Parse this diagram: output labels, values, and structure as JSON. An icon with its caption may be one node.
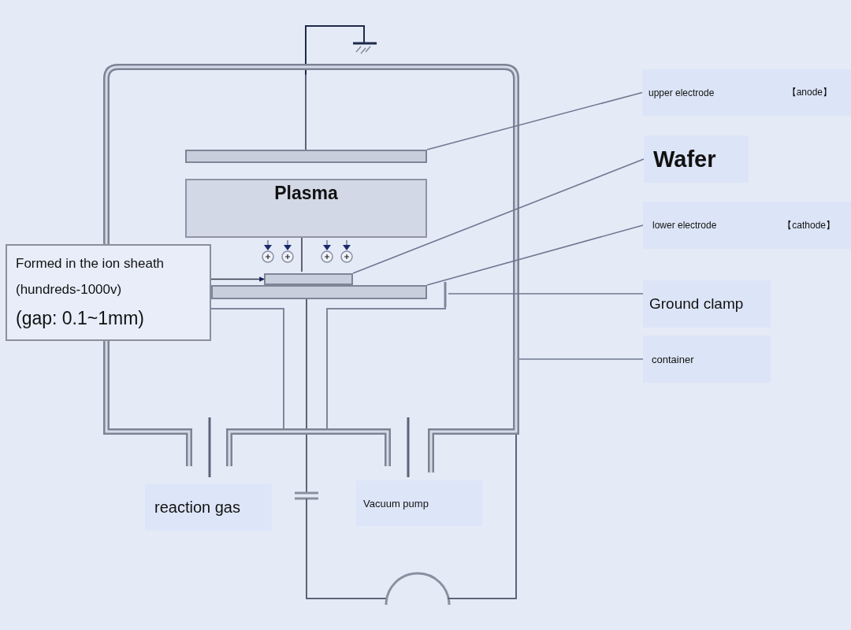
{
  "diagram": {
    "nodes": [
      {
        "text": [
          "upper electrode",
          "【anode】"
        ]
      },
      {
        "text": [
          "Wafer"
        ]
      },
      {
        "text": [
          "lower electrode",
          "【cathode】"
        ]
      },
      {
        "text": [
          "Ground clamp"
        ]
      },
      {
        "text": [
          "container"
        ]
      },
      {
        "text": [
          "Formed in the ion sheath",
          "(hundreds-1000v)",
          "(gap: 0.1~1mm)"
        ]
      },
      {
        "text": [
          "reaction gas"
        ]
      },
      {
        "text": [
          "Vacuum pump"
        ]
      },
      {
        "text": [
          "Plasma"
        ],
        "in": 13
      },
      {
        "text": [],
        "shape": "bar",
        "in": 13
      },
      {
        "text": [],
        "shape": "bar",
        "in": 13
      },
      {
        "text": [],
        "shape": "bar",
        "in": 13
      },
      {
        "text": [],
        "shape": "bar",
        "in": 13
      },
      {
        "text": [],
        "shape": "box"
      }
    ],
    "edges": [
      {
        "from": 0,
        "to": 9,
        "arrow": "none"
      },
      {
        "from": 1,
        "to": 10,
        "arrow": "none"
      },
      {
        "from": 2,
        "to": 11,
        "arrow": "none"
      },
      {
        "from": 3,
        "to": 12,
        "arrow": "none"
      },
      {
        "from": 4,
        "to": 13,
        "arrow": "none"
      },
      {
        "from": 5,
        "to": 10,
        "arrow": "to"
      }
    ]
  }
}
